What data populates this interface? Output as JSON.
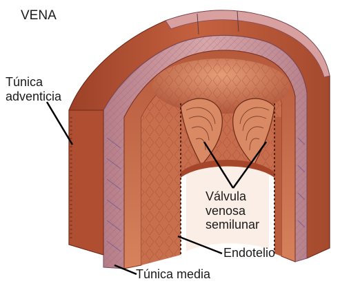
{
  "diagram": {
    "title": "VENA",
    "labels": {
      "tunica_adventicia": [
        "Túnica",
        "adventicia"
      ],
      "valvula": [
        "Válvula",
        "venosa",
        "semilunar"
      ],
      "endotelio": "Endotelio",
      "tunica_media": "Túnica media"
    },
    "colors": {
      "adventitia": "#b8553a",
      "adventitia_dark": "#8e3a24",
      "media": "#c98a8e",
      "media_fiber": "#8a6fa0",
      "intima": "#c86a4a",
      "intima_light": "#e4a07f",
      "lumen_shadow": "#7a2e1e",
      "leader_line": "#000000"
    }
  }
}
